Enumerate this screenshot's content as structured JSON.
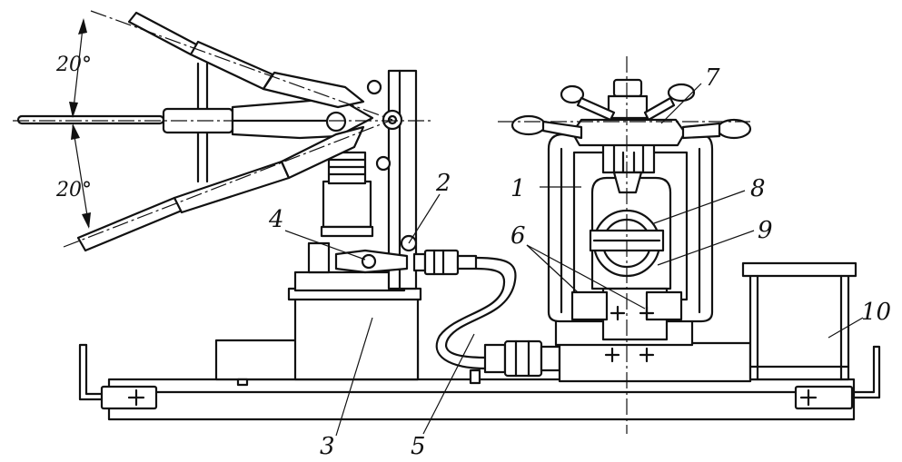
{
  "angle_labels": {
    "upper": "20°",
    "lower": "20°"
  },
  "callouts": {
    "c1": "1",
    "c2": "2",
    "c3": "3",
    "c4": "4",
    "c5": "5",
    "c6": "6",
    "c7": "7",
    "c8": "8",
    "c9": "9",
    "c10": "10"
  },
  "icons": [
    "pivot-pin-icon",
    "mount-bolt-icon",
    "plus-mark-icon",
    "handwheel-icon"
  ]
}
